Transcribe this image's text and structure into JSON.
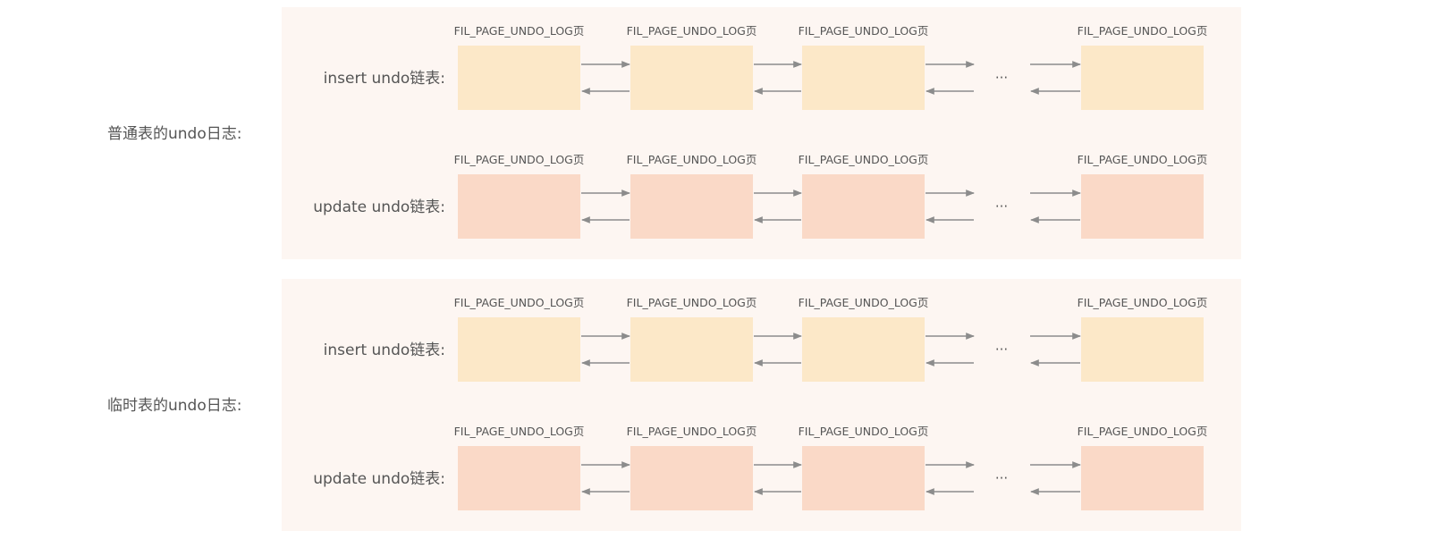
{
  "colors": {
    "group_background": "#fdf6f2",
    "insert_page": "#fce8c8",
    "update_page": "#fad9c7",
    "arrow": "#8c8c8c",
    "text": "#555555"
  },
  "page_label": "FIL_PAGE_UNDO_LOG页",
  "ellipsis": "···",
  "groups": [
    {
      "title": "普通表的undo日志:",
      "lists": [
        {
          "label": "insert undo链表:",
          "kind": "insert"
        },
        {
          "label": "update undo链表:",
          "kind": "update"
        }
      ]
    },
    {
      "title": "临时表的undo日志:",
      "lists": [
        {
          "label": "insert undo链表:",
          "kind": "insert"
        },
        {
          "label": "update undo链表:",
          "kind": "update"
        }
      ]
    }
  ]
}
